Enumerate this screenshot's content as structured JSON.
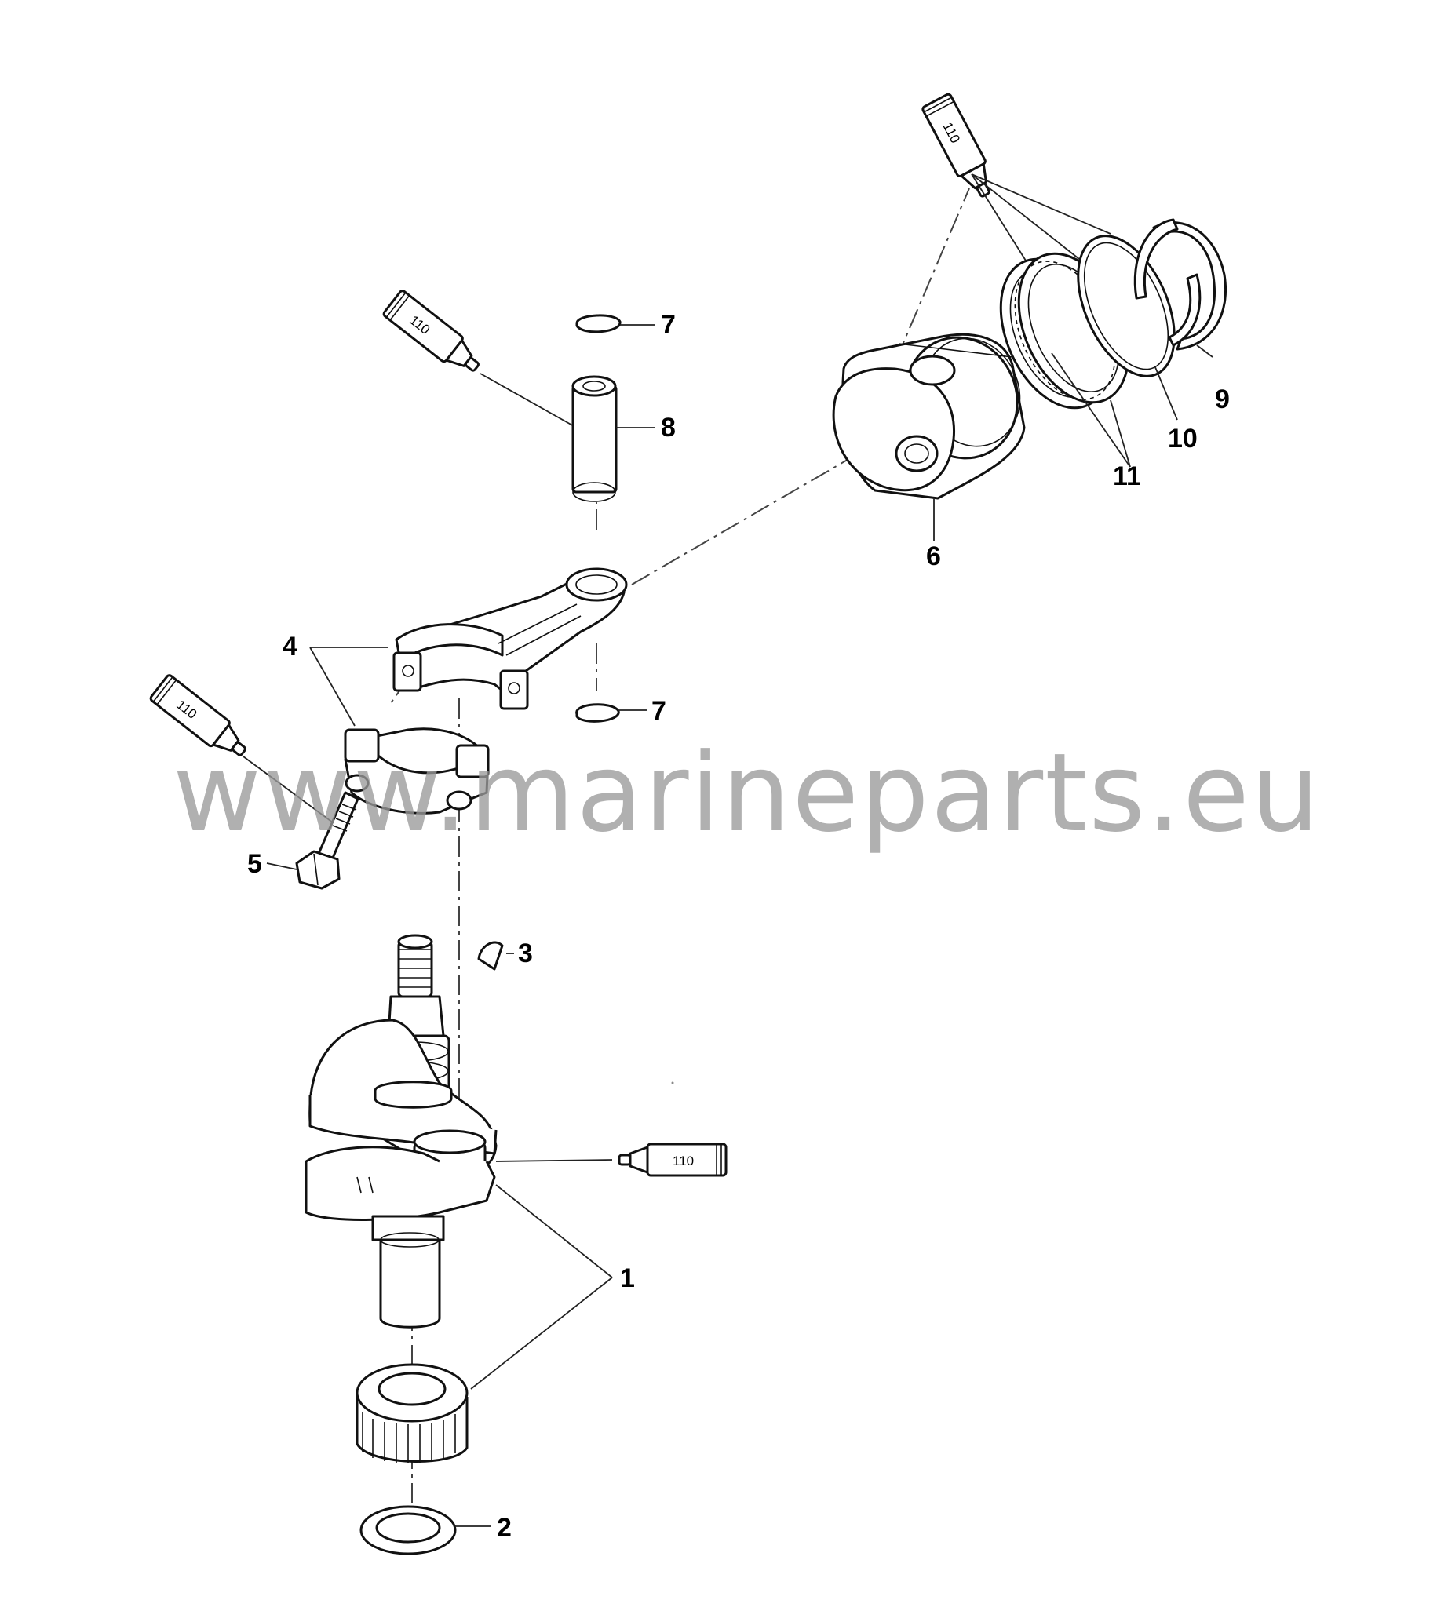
{
  "diagram": {
    "callouts": [
      "1",
      "2",
      "3",
      "4",
      "5",
      "6",
      "7",
      "7",
      "8",
      "9",
      "10",
      "11"
    ],
    "tube_labels": [
      "110",
      "110",
      "110",
      "110"
    ]
  },
  "watermark": "www.marineparts.eu",
  "colors": {
    "lines": "#111111",
    "watermark": "#9a9a9a",
    "background": "#ffffff"
  }
}
